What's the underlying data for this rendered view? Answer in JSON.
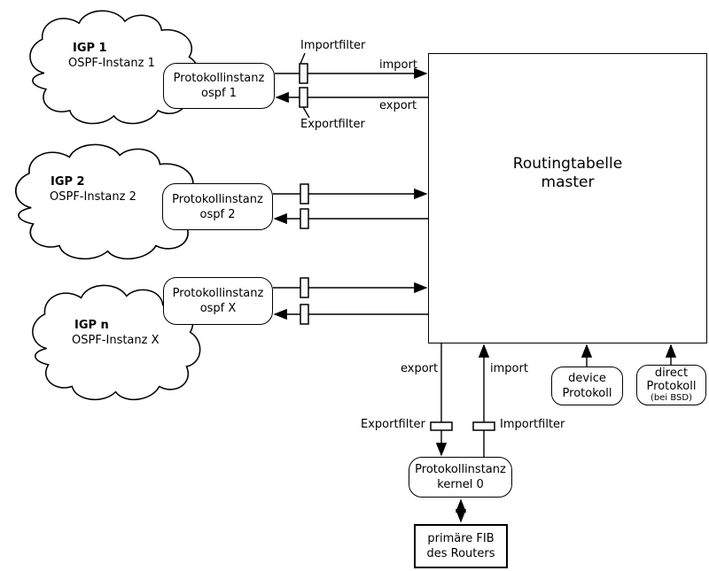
{
  "diagram": {
    "colors": {
      "stroke": "#000000",
      "background": "#ffffff"
    },
    "rows": [
      {
        "cloud_title": "IGP 1",
        "cloud_subtitle": "OSPF-Instanz 1",
        "box_line1": "Protokollinstanz",
        "box_line2": "ospf 1"
      },
      {
        "cloud_title": "IGP 2",
        "cloud_subtitle": "OSPF-Instanz 2",
        "box_line1": "Protokollinstanz",
        "box_line2": "ospf 2"
      },
      {
        "cloud_title": "IGP n",
        "cloud_subtitle": "OSPF-Instanz X",
        "box_line1": "Protokollinstanz",
        "box_line2": "ospf X"
      }
    ],
    "row1_labels": {
      "importfilter": "Importfilter",
      "exportfilter": "Exportfilter",
      "import": "import",
      "export": "export"
    },
    "master_table": {
      "line1": "Routingtabelle",
      "line2": "master"
    },
    "bottom_labels": {
      "export": "export",
      "import": "import",
      "exportfilter": "Exportfilter",
      "importfilter": "Importfilter"
    },
    "kernel_box": {
      "line1": "Protokollinstanz",
      "line2": "kernel 0"
    },
    "device_box": {
      "line1": "device",
      "line2": "Protokoll"
    },
    "direct_box": {
      "line1": "direct",
      "line2": "Protokoll",
      "line3": "(bei BSD)"
    },
    "fib_box": {
      "line1": "primäre FIB",
      "line2": "des Routers"
    }
  }
}
